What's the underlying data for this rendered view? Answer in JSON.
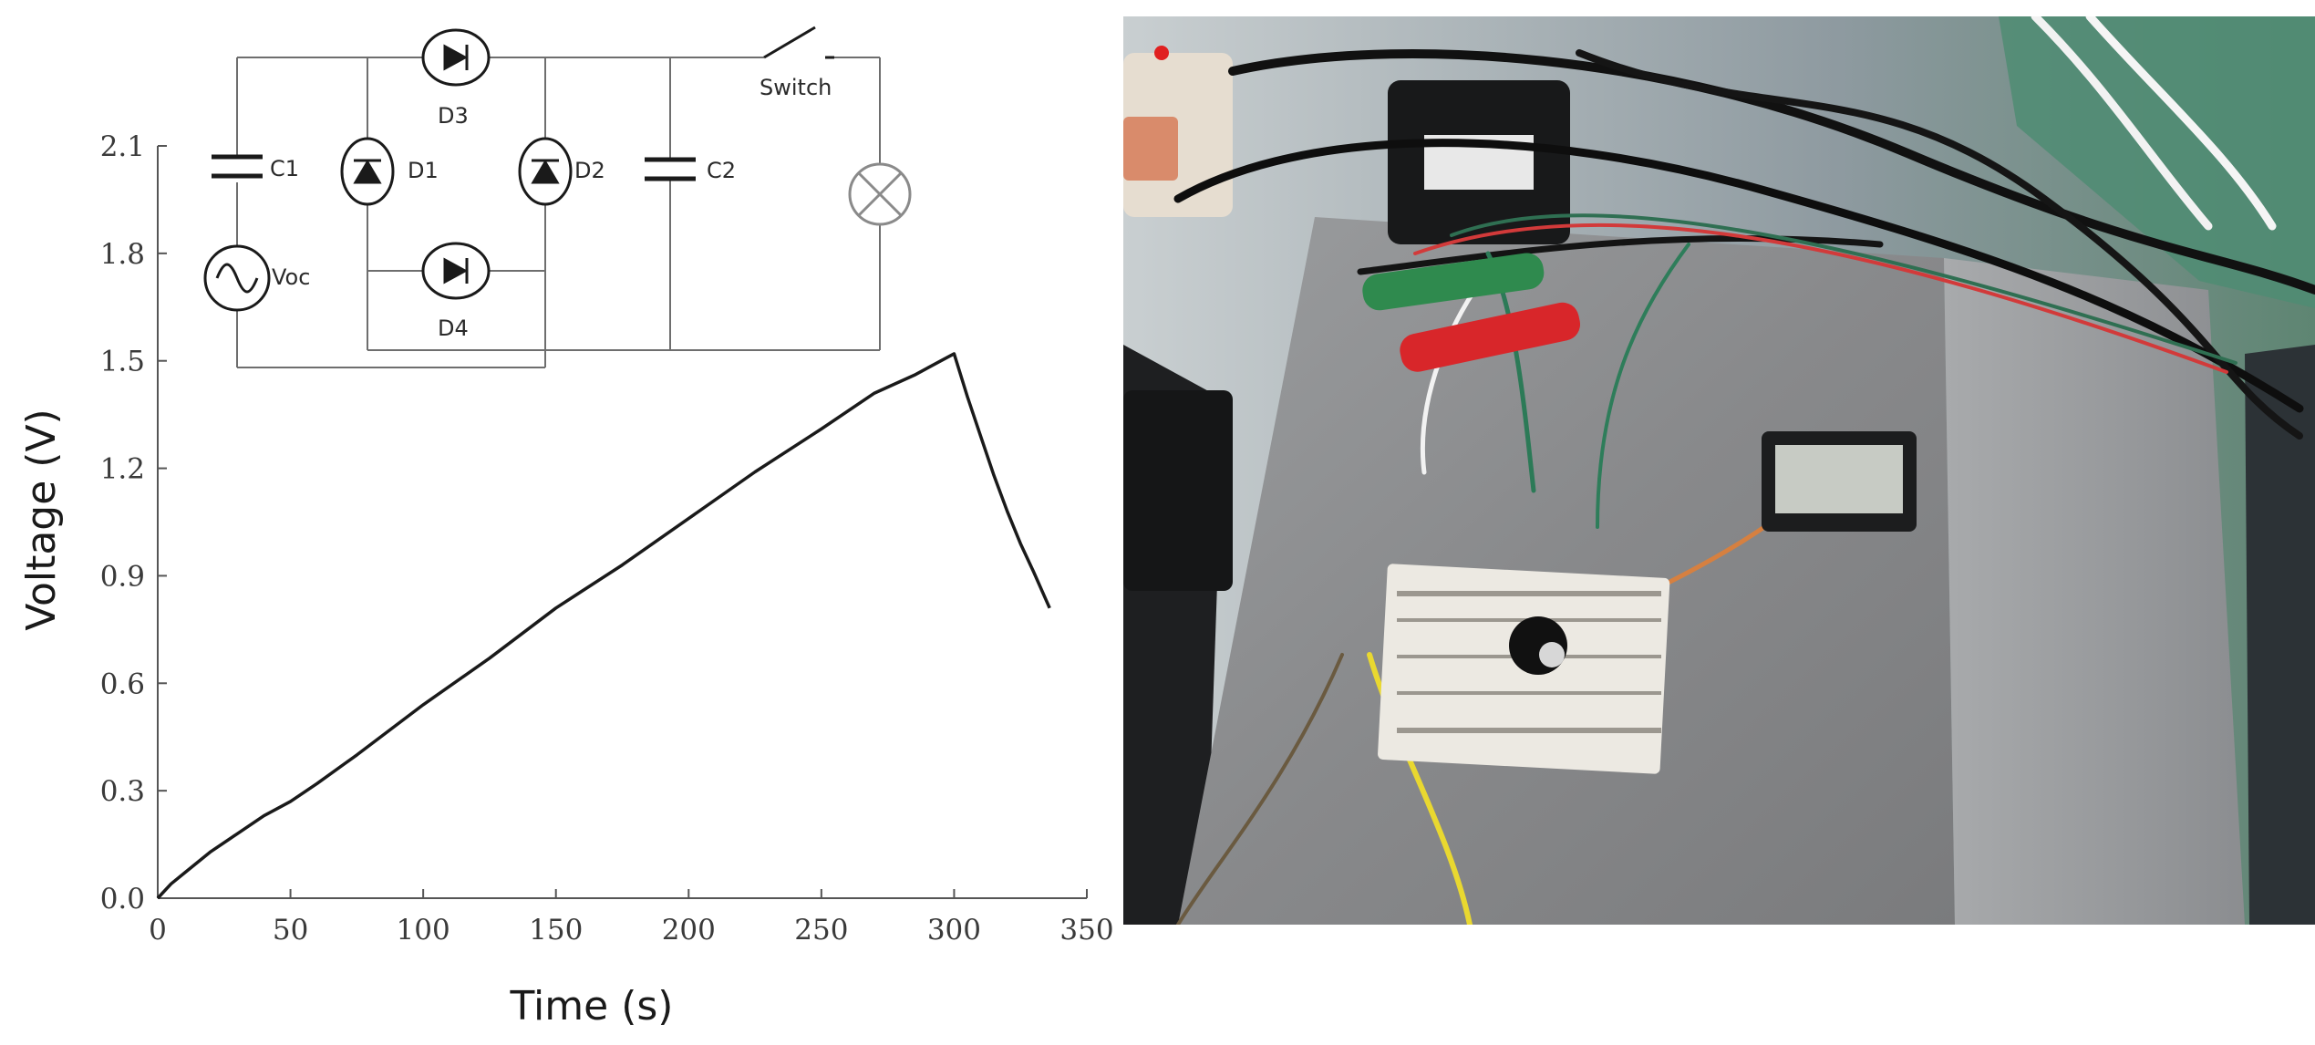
{
  "chart_data": {
    "type": "line",
    "xlabel": "Time (s)",
    "ylabel": "Voltage (V)",
    "xlim": [
      0,
      350
    ],
    "ylim": [
      0,
      2.1
    ],
    "xticks": [
      0,
      50,
      100,
      150,
      200,
      250,
      300,
      350
    ],
    "yticks": [
      0.0,
      0.3,
      0.6,
      0.9,
      1.2,
      1.5,
      1.8,
      2.1
    ],
    "ytick_labels": [
      "0.0",
      "0.3",
      "0.6",
      "0.9",
      "1.2",
      "1.5",
      "1.8",
      "2.1"
    ],
    "grid": false,
    "series": [
      {
        "color": "#1a1a1a",
        "x": [
          0,
          5,
          10,
          20,
          30,
          40,
          50,
          60,
          75,
          100,
          125,
          150,
          175,
          200,
          225,
          250,
          270,
          285,
          295,
          300,
          305,
          310,
          315,
          320,
          325,
          330,
          336
        ],
        "y": [
          0.0,
          0.04,
          0.07,
          0.13,
          0.18,
          0.23,
          0.27,
          0.32,
          0.4,
          0.54,
          0.67,
          0.81,
          0.93,
          1.06,
          1.19,
          1.31,
          1.41,
          1.46,
          1.5,
          1.52,
          1.4,
          1.29,
          1.18,
          1.08,
          0.99,
          0.91,
          0.81
        ]
      }
    ]
  },
  "circuit": {
    "labels": {
      "c1": "C1",
      "c2": "C2",
      "d1": "D1",
      "d2": "D2",
      "d3": "D3",
      "d4": "D4",
      "voc": "Voc",
      "switch": "Switch"
    }
  },
  "photo": {
    "description_icon": "breadboard-setup-photo"
  }
}
